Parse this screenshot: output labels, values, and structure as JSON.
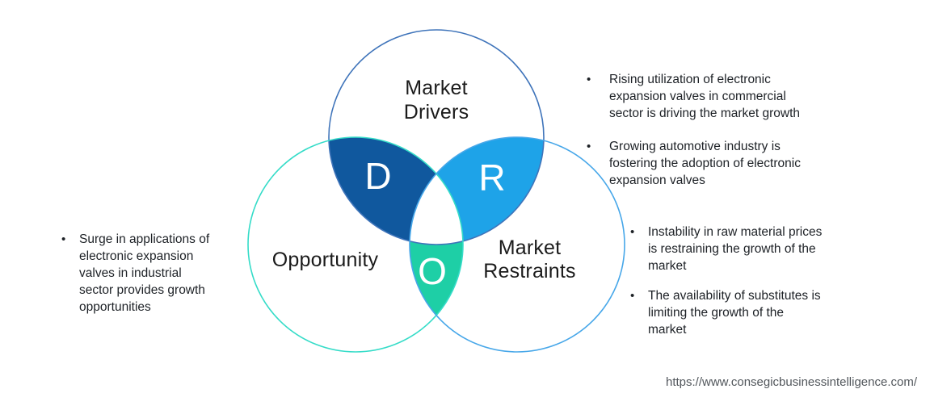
{
  "ui": {
    "bullet_char": "•",
    "background": "#ffffff"
  },
  "diagram": {
    "type": "venn-3-circle",
    "circles": {
      "drivers": {
        "label_lines": [
          "Market",
          "Drivers"
        ],
        "stroke": "#3f74ba"
      },
      "opportunity": {
        "label": "Opportunity",
        "stroke": "#35dcc8"
      },
      "restraints": {
        "label_lines": [
          "Market",
          "Restraints"
        ],
        "stroke": "#47a7e9"
      }
    },
    "petals": {
      "drivers_overlap": {
        "letter": "D",
        "fill": "#10589e"
      },
      "restraints_overlap": {
        "letter": "R",
        "fill": "#1ea3e8"
      },
      "opportunity_overlap": {
        "letter": "O",
        "fill": "#1ecfa6"
      }
    }
  },
  "bullets": {
    "opportunity": [
      {
        "lines": [
          "Surge in applications of",
          "electronic expansion",
          "valves in industrial",
          "sector provides growth",
          "opportunities"
        ]
      }
    ],
    "drivers": [
      {
        "lines": [
          "Rising utilization of electronic",
          "expansion valves in commercial",
          "sector is driving the market growth"
        ]
      },
      {
        "lines": [
          "Growing automotive industry is",
          "fostering the adoption of electronic",
          "expansion valves"
        ]
      }
    ],
    "restraints": [
      {
        "lines": [
          "Instability in raw material prices",
          "is restraining the growth of the",
          "market"
        ]
      },
      {
        "lines": [
          "The availability of substitutes is",
          "limiting the growth of the",
          "market"
        ]
      }
    ]
  },
  "footer": {
    "url": "https://www.consegicbusinessintelligence.com/"
  }
}
